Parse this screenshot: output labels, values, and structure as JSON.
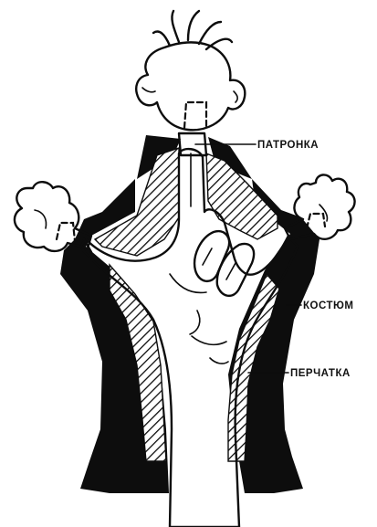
{
  "labels": {
    "cartridge": "ПАТРОНКА",
    "costume": "КОСТЮМ",
    "glove": "ПЕРЧАТКА"
  },
  "colors": {
    "ink": "#0d0d0d",
    "paper": "#ffffff"
  },
  "icons": {
    "head": "puppet-head",
    "hand": "gloved-hand",
    "costume": "puppet-costume"
  }
}
